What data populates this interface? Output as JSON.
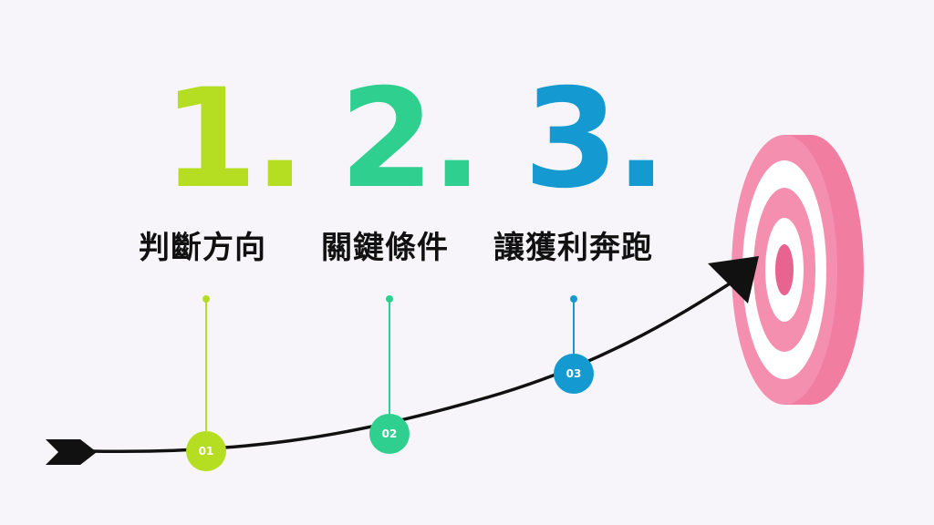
{
  "steps": [
    {
      "number": "1.",
      "label": "判斷方向",
      "badge": "01",
      "color": "#b5de23"
    },
    {
      "number": "2.",
      "label": "關鍵條件",
      "badge": "02",
      "color": "#2fd08f"
    },
    {
      "number": "3.",
      "label": "讓獲利奔跑",
      "badge": "03",
      "color": "#149ad0"
    }
  ],
  "colors": {
    "background": "#f7f5fa",
    "curve": "#111111",
    "target_pink": "#f17ea1",
    "target_pink_dark": "#e86390",
    "target_white": "#ffffff"
  }
}
